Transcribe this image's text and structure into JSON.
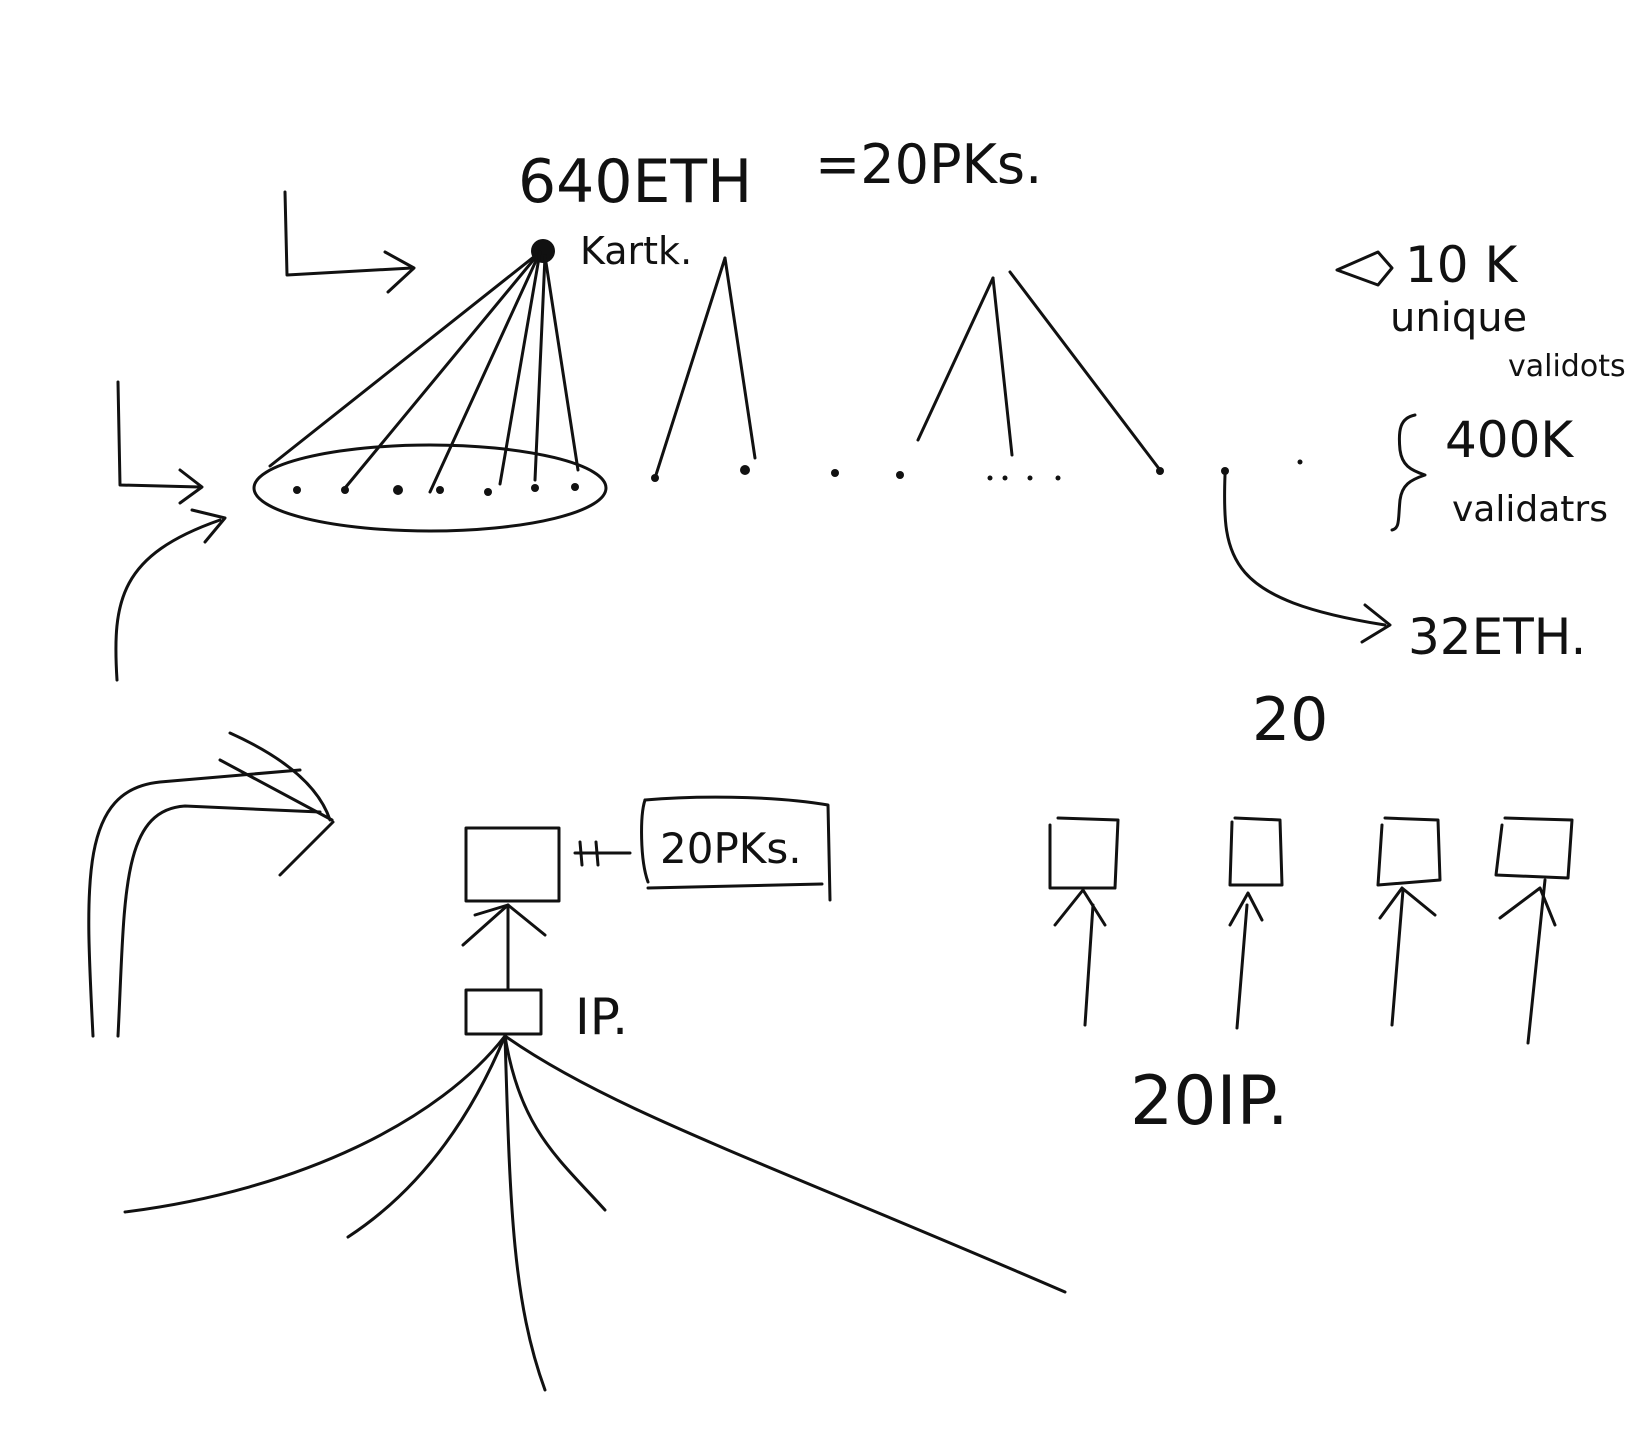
{
  "labels": {
    "top_eth": "640ETH",
    "top_pks": "=20PKs.",
    "kartik": "Kartk.",
    "unique_count": "10 K",
    "unique_line1": "unique",
    "unique_line2": "validots",
    "validators_count": "400K",
    "validators_word": "validatrs",
    "single_eth": "32ETH.",
    "twenty": "20",
    "box_pks": "20PKs.",
    "ip": "IP.",
    "twenty_ip": "20IP."
  },
  "colors": {
    "ink": "#111111",
    "background": "#ffffff"
  }
}
